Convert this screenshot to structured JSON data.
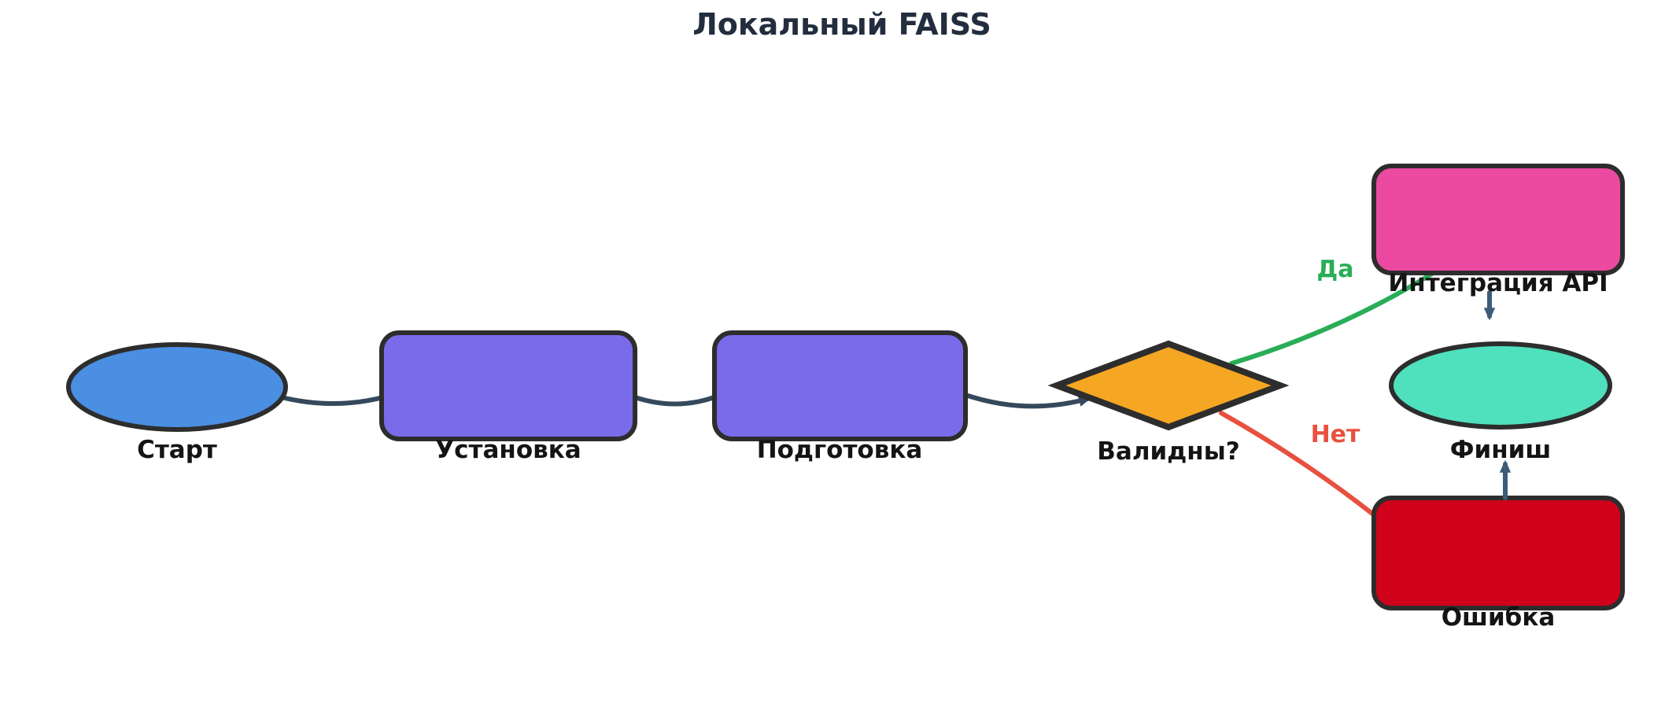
{
  "title": {
    "text": "Локальный FAISS",
    "color": "#222d3e"
  },
  "nodes": [
    {
      "id": "start",
      "label": "Старт",
      "shape": "ellipse",
      "color": "#4a8fe2"
    },
    {
      "id": "install",
      "label": "Установка",
      "shape": "rect",
      "color": "#7a6bea"
    },
    {
      "id": "prepare",
      "label": "Подготовка",
      "shape": "rect",
      "color": "#7a6bea"
    },
    {
      "id": "valid",
      "label": "Валидны?",
      "shape": "diamond",
      "color": "#f5a623"
    },
    {
      "id": "api",
      "label": "Интеграция API",
      "shape": "rect",
      "color": "#ec4aa0"
    },
    {
      "id": "finish",
      "label": "Финиш",
      "shape": "ellipse",
      "color": "#4fe0bd"
    },
    {
      "id": "error",
      "label": "Ошибка",
      "shape": "rect",
      "color": "#d0021b"
    }
  ],
  "edges": {
    "flow_color": "#35495c",
    "arrow_color": "#3d5c78",
    "yes": {
      "label": "Да",
      "color": "#29ad57"
    },
    "no": {
      "label": "Нет",
      "color": "#e8503f"
    }
  }
}
